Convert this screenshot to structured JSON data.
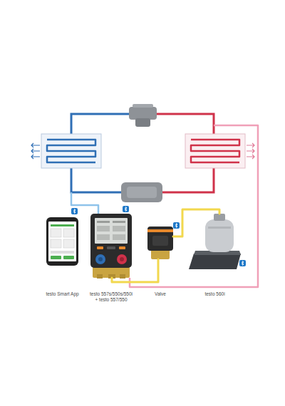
{
  "diagram": {
    "nodes": [
      {
        "text": [
          "testo Smart App"
        ]
      },
      {
        "text": [
          "testo 557s/550s/550i + testo 557/550"
        ]
      },
      {
        "text": [
          "Valve"
        ]
      },
      {
        "text": [
          "testo 560i"
        ]
      }
    ],
    "edges": [
      {
        "from": 1,
        "to": 2,
        "arrow": "none"
      },
      {
        "from": 2,
        "to": 3,
        "arrow": "none"
      }
    ]
  }
}
